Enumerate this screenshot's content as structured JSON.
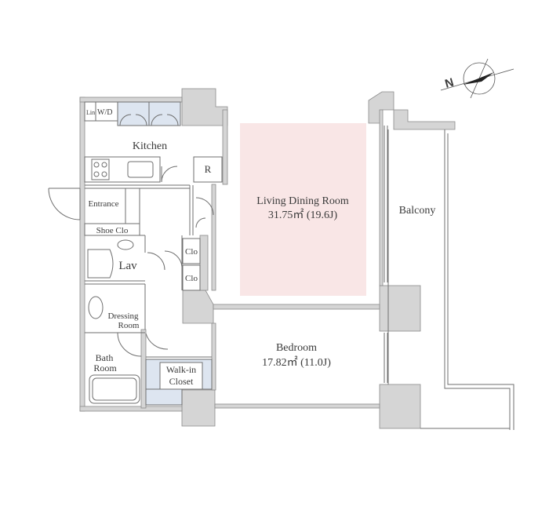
{
  "rooms": {
    "kitchen": "Kitchen",
    "living_dining": "Living Dining Room",
    "living_dining_area": "31.75㎡  (19.6J)",
    "balcony": "Balcony",
    "entrance": "Entrance",
    "shoe_closet": "Shoe Clo",
    "lavatory": "Lav",
    "dressing_room_line1": "Dressing",
    "dressing_room_line2": "Room",
    "bath_room_line1": "Bath",
    "bath_room_line2": "Room",
    "bedroom": "Bedroom",
    "bedroom_area": "17.82㎡  (11.0J)",
    "walk_in_closet_line1": "Walk-in",
    "walk_in_closet_line2": "Closet",
    "closet_1": "Clo",
    "closet_2": "Clo",
    "refrigerator": "R",
    "linen": "Lin",
    "washer_dryer": "W/D"
  },
  "compass": {
    "north_label": "N"
  },
  "colors": {
    "wall": "#d5d5d5",
    "wall_outline": "#8a8a8a",
    "line": "#6f6f6f",
    "living_highlight": "#f9e6e6",
    "closet_fill": "#dde5f0"
  }
}
